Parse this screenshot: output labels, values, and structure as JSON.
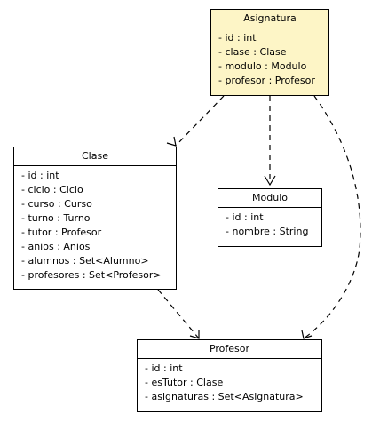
{
  "classes": {
    "asignatura": {
      "name": "Asignatura",
      "attributes": [
        "- id : int",
        "- clase : Clase",
        "- modulo : Modulo",
        "- profesor : Profesor"
      ]
    },
    "clase": {
      "name": "Clase",
      "attributes": [
        "- id : int",
        "- ciclo : Ciclo",
        "- curso : Curso",
        "- turno : Turno",
        "- tutor : Profesor",
        "- anios : Anios",
        "- alumnos : Set<Alumno>",
        "- profesores : Set<Profesor>"
      ]
    },
    "modulo": {
      "name": "Modulo",
      "attributes": [
        "- id : int",
        "- nombre : String"
      ]
    },
    "profesor": {
      "name": "Profesor",
      "attributes": [
        "- id : int",
        "- esTutor : Clase",
        "- asignaturas : Set<Asignatura>"
      ]
    }
  },
  "colors": {
    "highlight_fill": "#fdf5c6",
    "default_fill": "#ffffff",
    "stroke": "#000000"
  },
  "edges": [
    {
      "from": "Asignatura",
      "to": "Clase",
      "style": "dashed-open-arrow"
    },
    {
      "from": "Asignatura",
      "to": "Modulo",
      "style": "dashed-open-arrow"
    },
    {
      "from": "Asignatura",
      "to": "Profesor",
      "style": "dashed-open-arrow"
    },
    {
      "from": "Clase",
      "to": "Profesor",
      "style": "dashed-open-arrow"
    }
  ]
}
